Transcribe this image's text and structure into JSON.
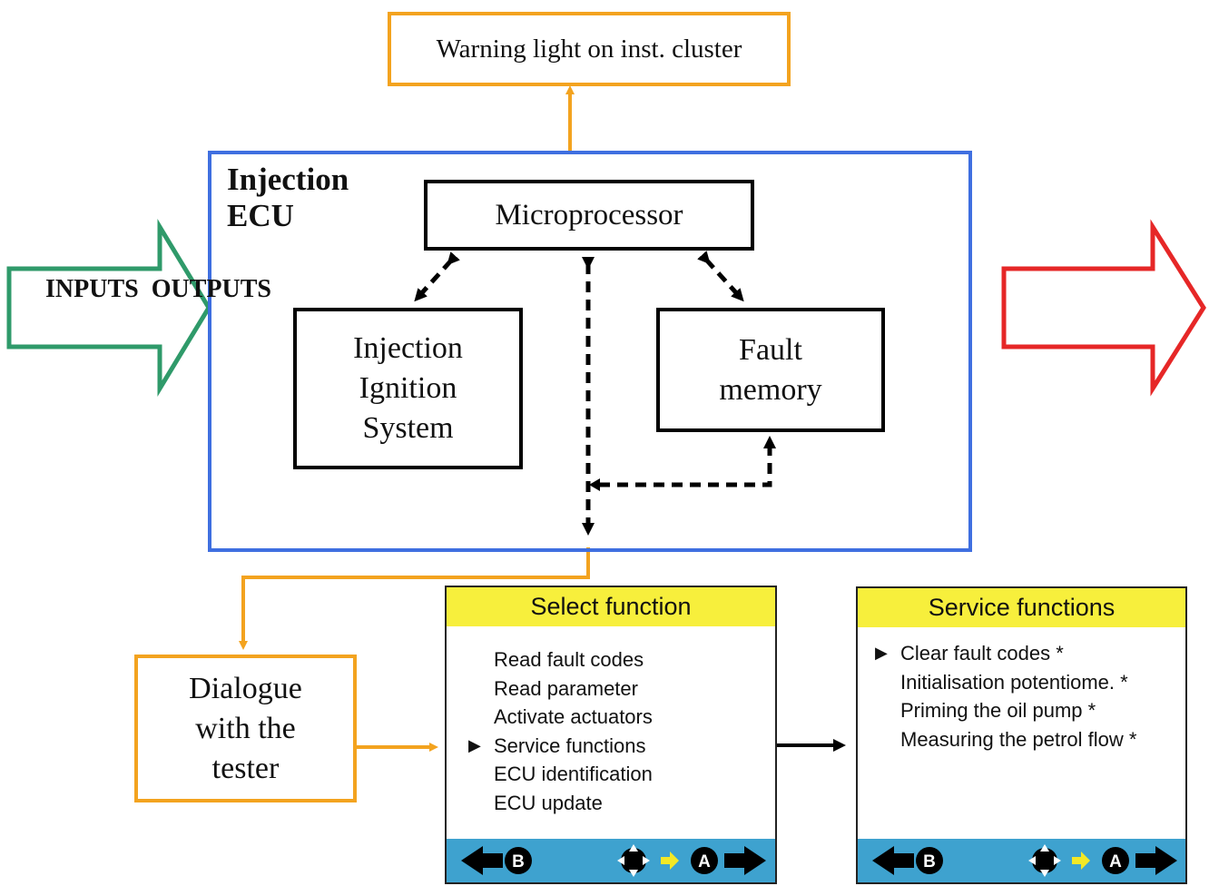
{
  "warning_box": {
    "text": "Warning light on inst. cluster"
  },
  "ecu": {
    "title_line1": "Injection",
    "title_line2": "ECU",
    "microprocessor": "Microprocessor",
    "injection_system": [
      "Injection",
      "Ignition",
      "System"
    ],
    "fault_memory": [
      "Fault",
      "memory"
    ]
  },
  "io_label": "INPUTS  OUTPUTS",
  "dialogue": [
    "Dialogue",
    "with the",
    "tester"
  ],
  "select_screen": {
    "header": "Select function",
    "items": [
      "Read fault codes",
      "Read parameter",
      "Activate actuators",
      "Service functions",
      "ECU identification",
      "ECU update"
    ],
    "selected_index": 3,
    "pointer": "▶",
    "buttons": {
      "back": "B",
      "confirm": "A"
    }
  },
  "service_screen": {
    "header": "Service functions",
    "items": [
      "Clear fault codes *",
      "Initialisation potentiome. *",
      "Priming the oil pump *",
      "Measuring the petrol flow *"
    ],
    "selected_index": 0,
    "pointer": "▶",
    "buttons": {
      "back": "B",
      "confirm": "A"
    }
  },
  "colors": {
    "ecu_border": "#3f6fe0",
    "orange": "#f3a31f",
    "input_arrow": "#2f9a6a",
    "output_arrow": "#e62727",
    "screen_header": "#f7ef3c",
    "screen_footer": "#3ea2cf"
  }
}
